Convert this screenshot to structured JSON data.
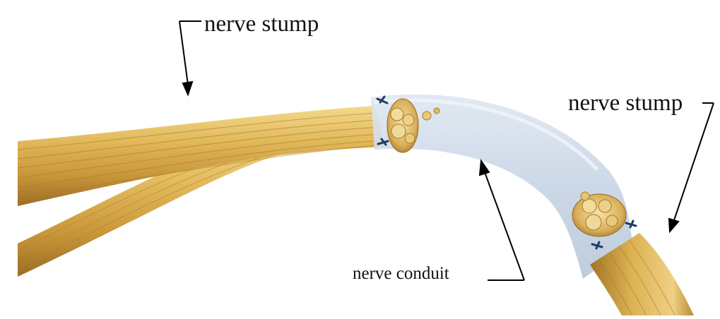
{
  "labels": {
    "stump_left": "nerve stump",
    "stump_right": "nerve stump",
    "conduit": "nerve conduit"
  },
  "colors": {
    "nerve_light": "#f0d27a",
    "nerve_mid": "#d3a443",
    "nerve_dark": "#9c6f1f",
    "conduit_fill": "#c9d6e6",
    "suture": "#1f3d63",
    "arrow": "#000000"
  },
  "icons": {
    "suture_marks": "suture-icon",
    "fascicle_cross_sections": "fascicle-icon"
  }
}
